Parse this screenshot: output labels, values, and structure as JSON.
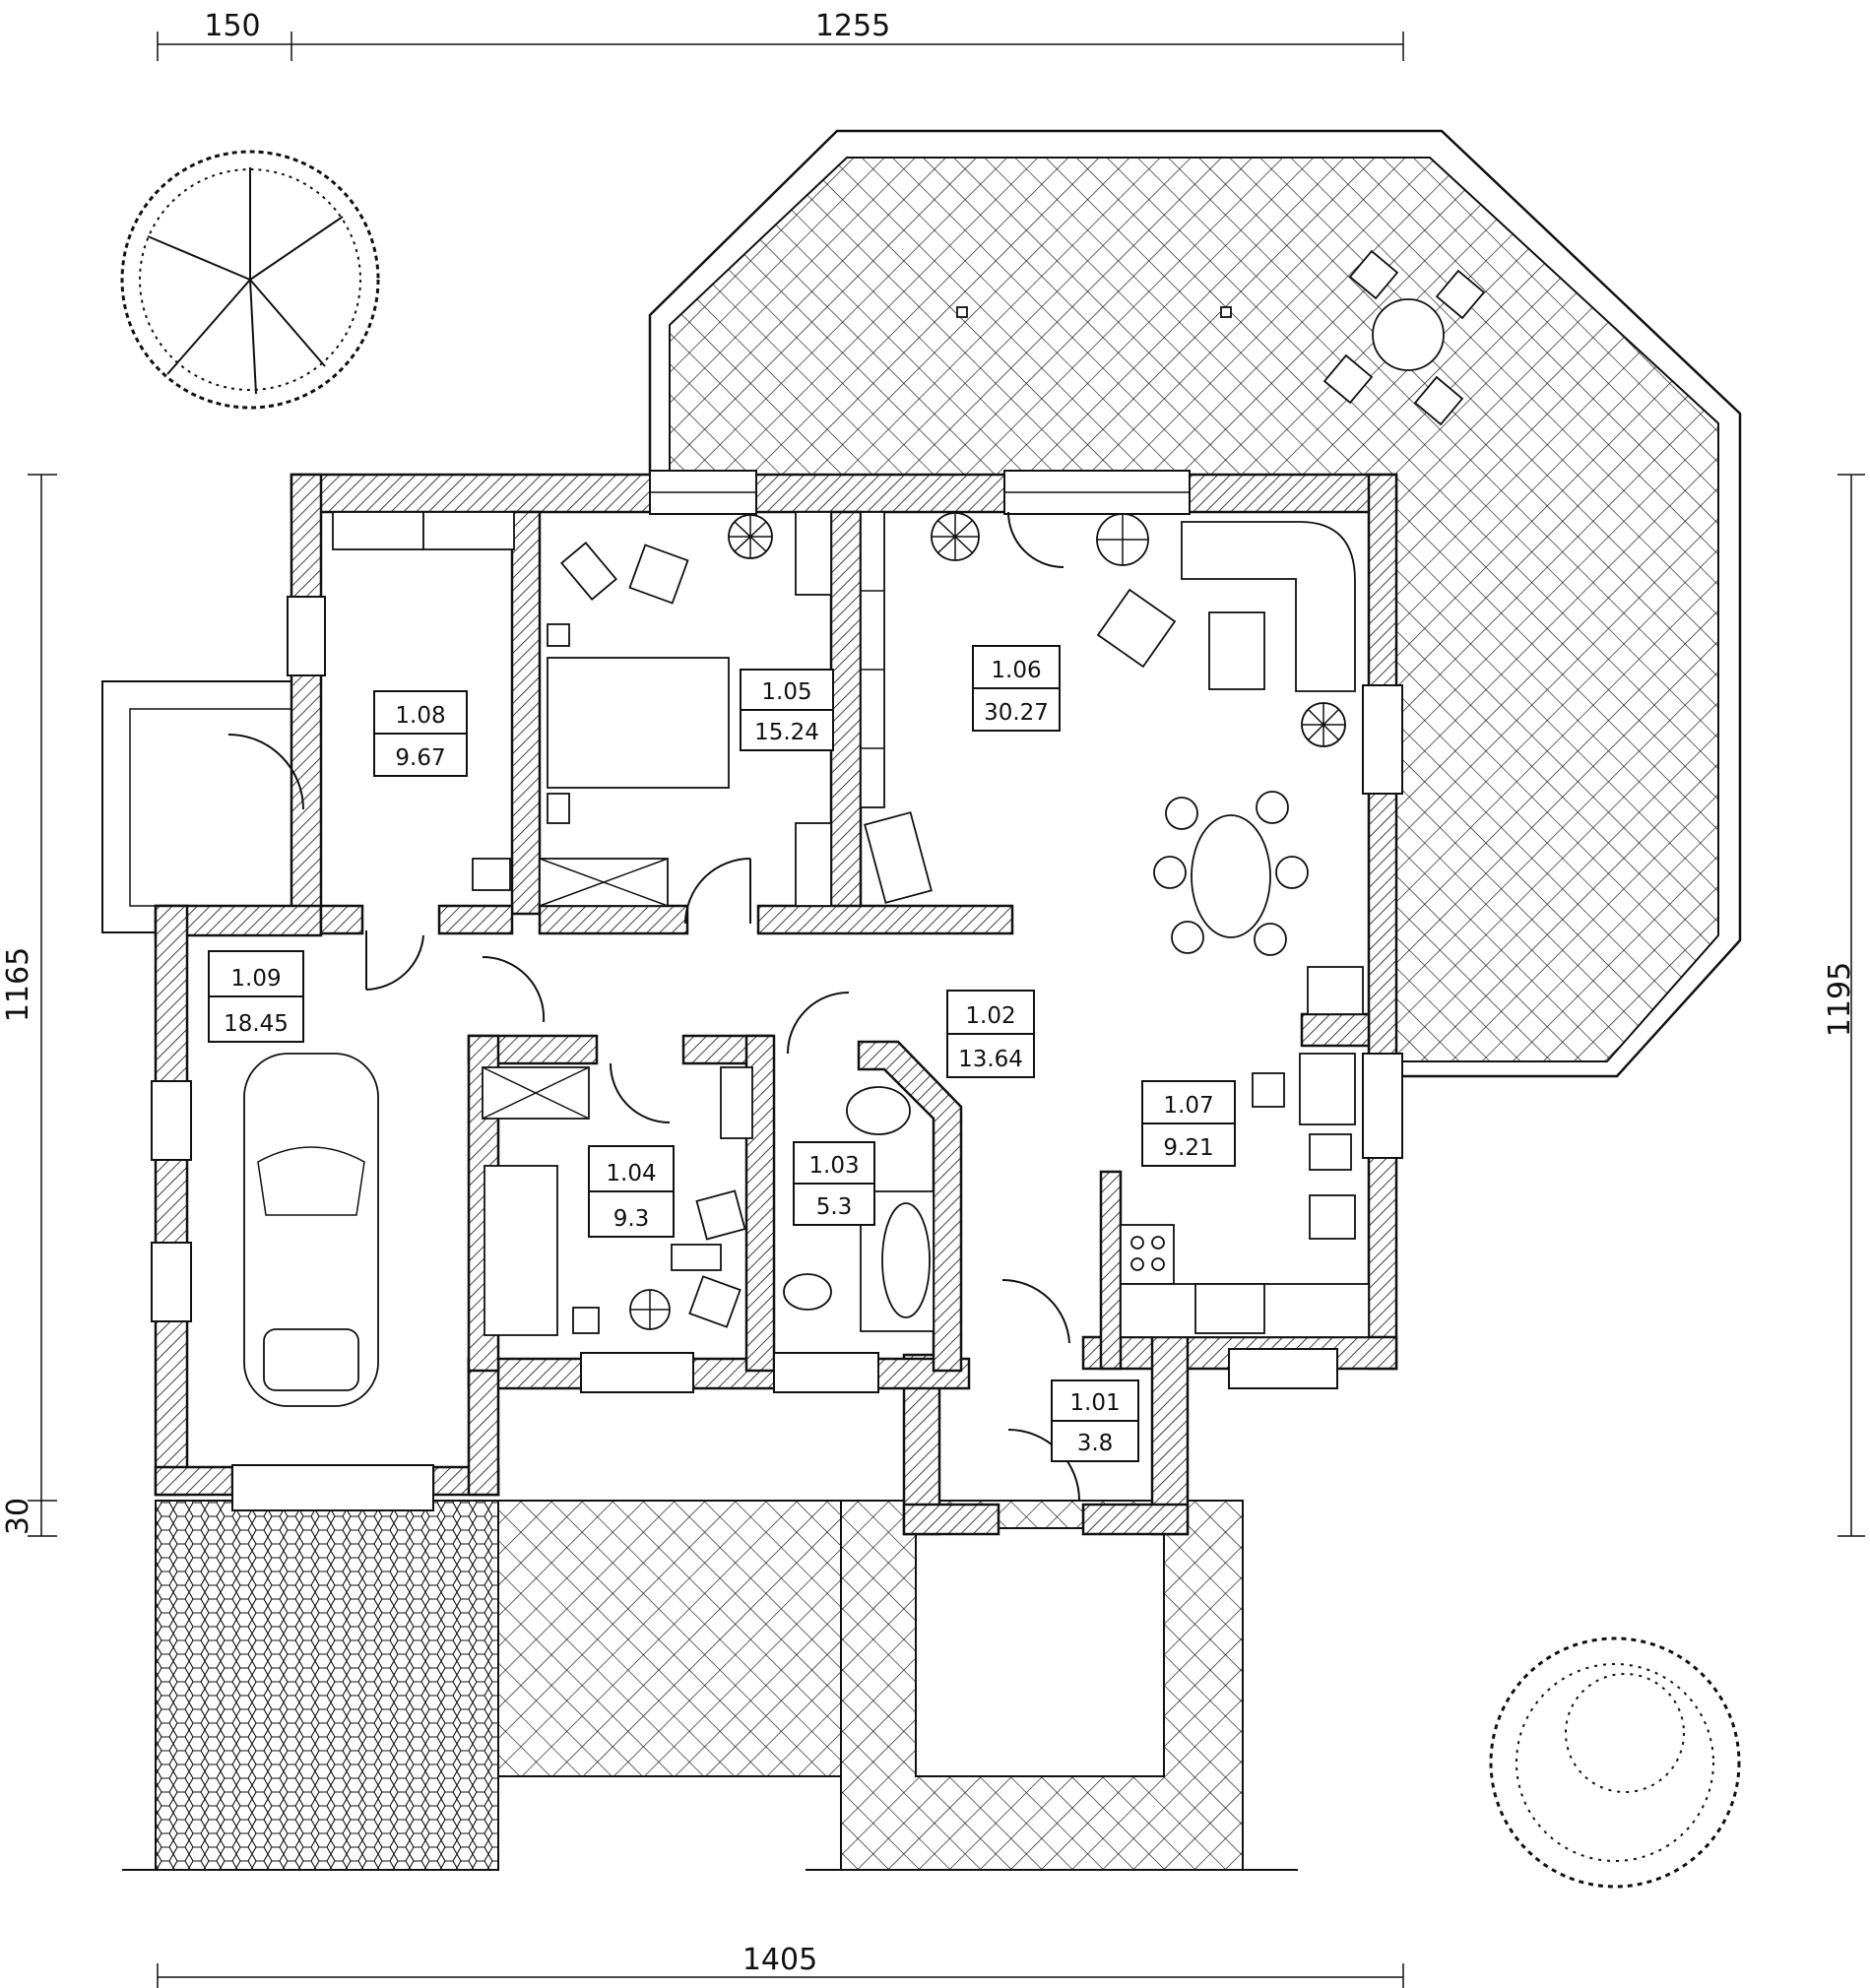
{
  "dimensions": {
    "top_left": "150",
    "top_main": "1255",
    "left_total": "1165",
    "left_small": "30",
    "right_total": "1195",
    "bottom_total": "1405"
  },
  "rooms": [
    {
      "number": "1.01",
      "area": "3.8"
    },
    {
      "number": "1.02",
      "area": "13.64"
    },
    {
      "number": "1.03",
      "area": "5.3"
    },
    {
      "number": "1.04",
      "area": "9.3"
    },
    {
      "number": "1.05",
      "area": "15.24"
    },
    {
      "number": "1.06",
      "area": "30.27"
    },
    {
      "number": "1.07",
      "area": "9.21"
    },
    {
      "number": "1.08",
      "area": "9.67"
    },
    {
      "number": "1.09",
      "area": "18.45"
    }
  ]
}
